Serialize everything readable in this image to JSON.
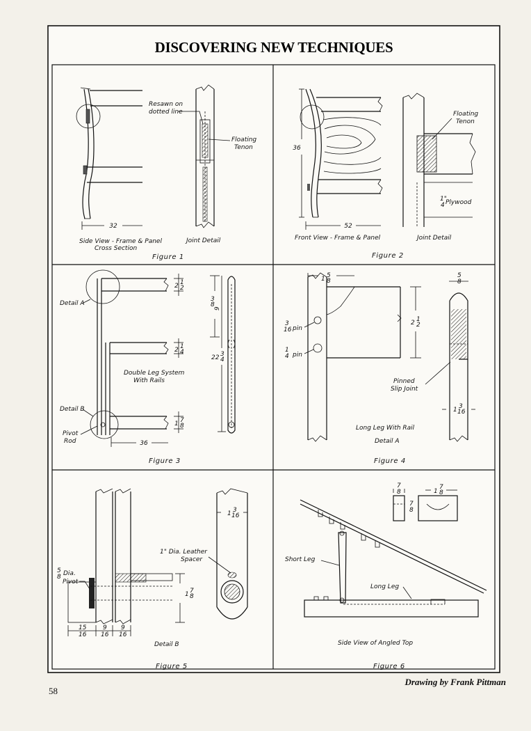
{
  "page": {
    "title": "DISCOVERING NEW TECHNIQUES",
    "page_number": "58",
    "credit": "Drawing by Frank Pittman"
  },
  "figure1": {
    "caption": "Figure  1",
    "view_label_1": "Side View - Frame & Panel",
    "view_label_2": "Cross  Section",
    "joint_label": "Joint Detail",
    "resawn_1": "Resawn on",
    "resawn_2": "dotted line",
    "floating_1": "Floating",
    "floating_2": "Tenon",
    "dim_width": "32"
  },
  "figure2": {
    "caption": "Figure  2",
    "view_label": "Front View - Frame & Panel",
    "joint_label": "Joint Detail",
    "floating_1": "Floating",
    "floating_2": "Tenon",
    "plywood": "Plywood",
    "plywood_frac_num": "1\"",
    "plywood_frac_den": "4",
    "dim_height": "36",
    "dim_width": "52"
  },
  "figure3": {
    "caption": "Figure  3",
    "detail_a": "Detail A",
    "detail_b": "Detail B",
    "pivot_1": "Pivot",
    "pivot_2": "Rod",
    "system_1": "Double Leg System",
    "system_2": "With Rails",
    "dim_width": "36",
    "dim_a_whole": "2",
    "dim_a_num": "1",
    "dim_a_den": "2",
    "dim_b_whole": "2",
    "dim_b_num": "1",
    "dim_b_den": "4",
    "dim_c_whole": "1",
    "dim_c_num": "7",
    "dim_c_den": "8",
    "dim_d_whole": "9",
    "dim_d_num": "3",
    "dim_d_den": "8",
    "dim_e_whole": "22",
    "dim_e_num": "3",
    "dim_e_den": "4"
  },
  "figure4": {
    "caption": "Figure  4",
    "label_1": "Long  Leg With Rail",
    "label_2": "Detail   A",
    "pinned_1": "Pinned",
    "pinned_2": "Slip Joint",
    "pin1_num": "3",
    "pin1_den": "16",
    "pin1_word": "pin",
    "pin2_num": "1",
    "pin2_den": "4",
    "pin2_word": "pin",
    "dim_top_whole": "1",
    "dim_top_num": "5",
    "dim_top_den": "8",
    "dim_h_whole": "2",
    "dim_h_num": "1",
    "dim_h_den": "2",
    "dim_r_num": "5",
    "dim_r_den": "8",
    "dim_w_whole": "1",
    "dim_w_num": "3",
    "dim_w_den": "16"
  },
  "figure5": {
    "caption": "Figure  5",
    "detail_label": "Detail  B",
    "spacer_1": "1\" Dia. Leather",
    "spacer_2": "Spacer",
    "pivot_frac_num": "5",
    "pivot_frac_den": "8",
    "pivot_1": "Dia.",
    "pivot_2": "Pivot",
    "dim_h_whole": "1",
    "dim_h_num": "7",
    "dim_h_den": "8",
    "dim_top_whole": "1",
    "dim_top_num": "3",
    "dim_top_den": "16",
    "dim_b1_num": "15",
    "dim_b1_den": "16",
    "dim_b2_num": "9",
    "dim_b2_den": "16",
    "dim_b3_num": "9",
    "dim_b3_den": "16"
  },
  "figure6": {
    "caption": "Figure  6",
    "short_leg": "Short Leg",
    "long_leg": "Long Leg",
    "side_view": "Side  View  of  Angled  Top",
    "dim_a_num": "7",
    "dim_a_den": "8",
    "dim_b_whole": "1",
    "dim_b_num": "7",
    "dim_b_den": "8",
    "dim_c_num": "7",
    "dim_c_den": "8"
  }
}
